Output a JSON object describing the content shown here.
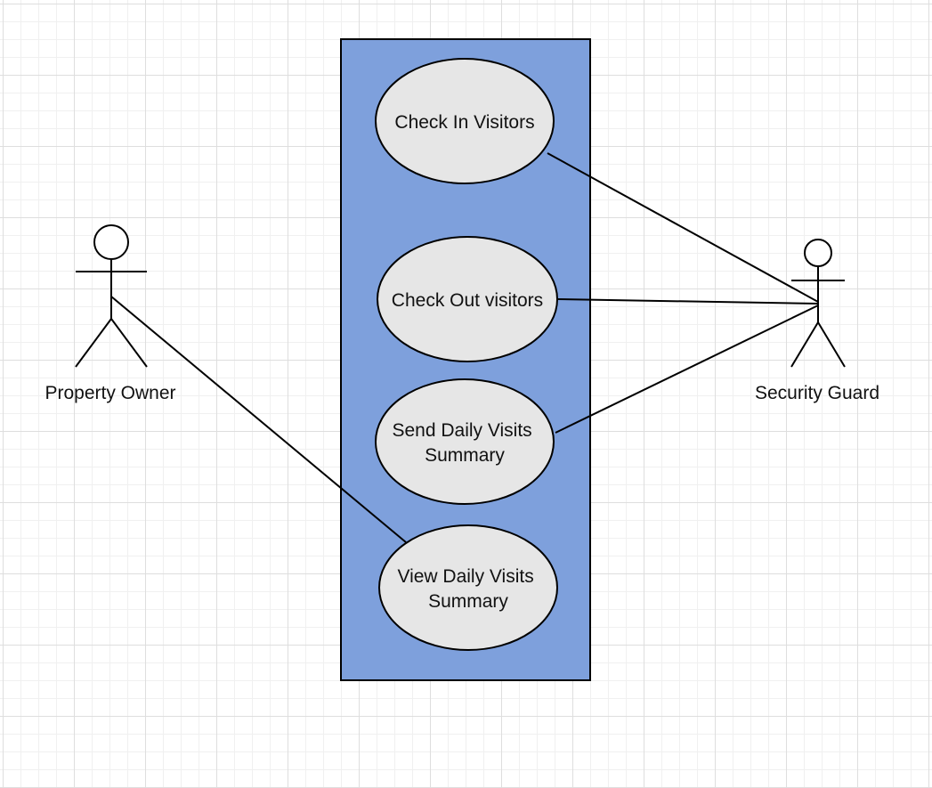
{
  "diagram": {
    "colors": {
      "system_fill": "#7ea0dc",
      "use_case_fill": "#e6e6e6",
      "line": "#000000"
    },
    "actors": [
      {
        "id": "property-owner",
        "label": "Property Owner"
      },
      {
        "id": "security-guard",
        "label": "Security Guard"
      }
    ],
    "use_cases": [
      {
        "id": "check-in",
        "lines": [
          "Check In Visitors"
        ]
      },
      {
        "id": "check-out",
        "lines": [
          "Check Out visitors"
        ]
      },
      {
        "id": "send-summary",
        "lines": [
          "Send Daily Visits",
          "Summary"
        ]
      },
      {
        "id": "view-summary",
        "lines": [
          "View Daily Visits",
          "Summary"
        ]
      }
    ],
    "associations": [
      {
        "actor": "security-guard",
        "use_case": "check-in"
      },
      {
        "actor": "security-guard",
        "use_case": "check-out"
      },
      {
        "actor": "security-guard",
        "use_case": "send-summary"
      },
      {
        "actor": "property-owner",
        "use_case": "view-summary"
      }
    ]
  }
}
